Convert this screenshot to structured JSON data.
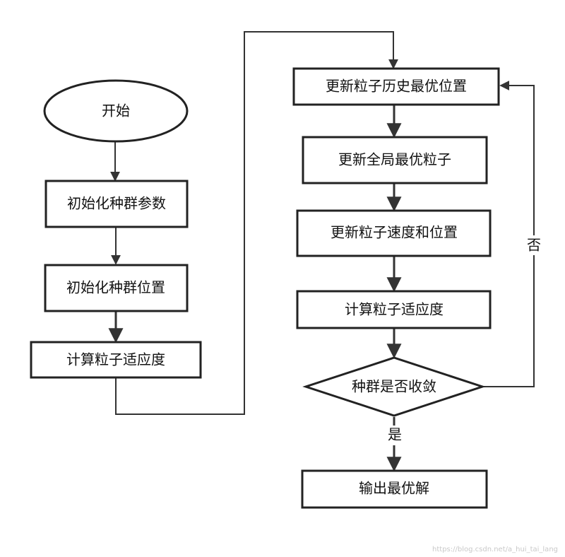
{
  "flowchart": {
    "nodes": {
      "start": "开始",
      "init_params": "初始化种群参数",
      "init_positions": "初始化种群位置",
      "calc_fitness_initial": "计算粒子适应度",
      "update_personal_best": "更新粒子历史最优位置",
      "update_global_best": "更新全局最优粒子",
      "update_velocity_position": "更新粒子速度和位置",
      "calc_fitness_loop": "计算粒子适应度",
      "check_convergence": "种群是否收敛",
      "output_best": "输出最优解"
    },
    "edge_labels": {
      "no": "否",
      "yes": "是"
    }
  },
  "watermark": "https://blog.csdn.net/a_hui_tai_lang",
  "colors": {
    "stroke": "#222222",
    "background": "#ffffff",
    "watermark": "#c9c9c9"
  }
}
